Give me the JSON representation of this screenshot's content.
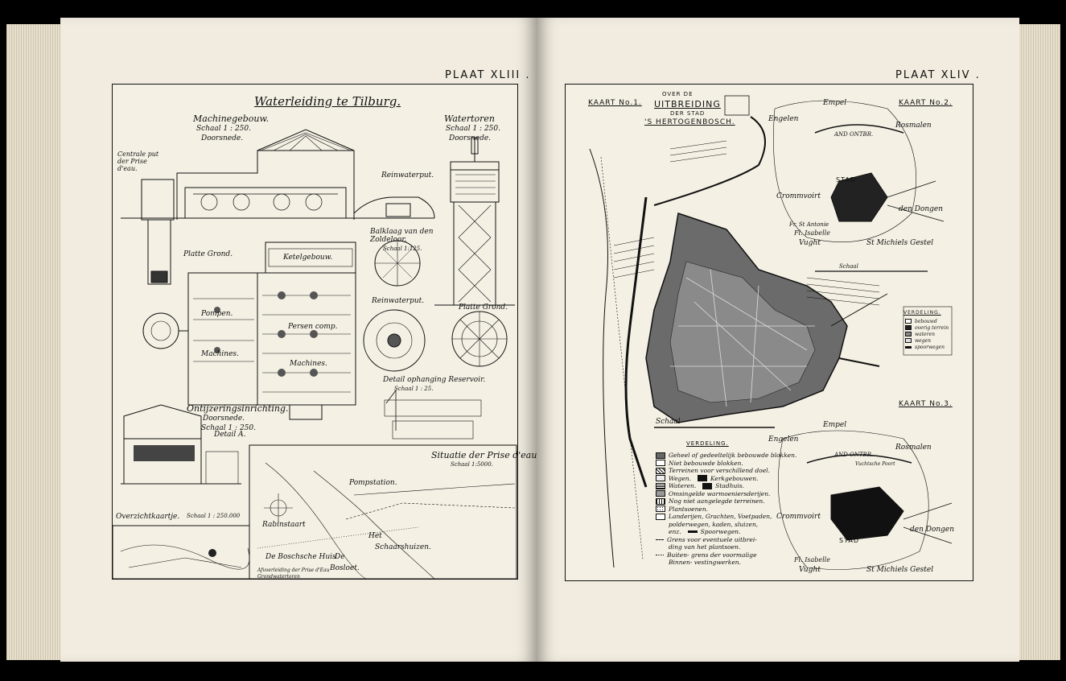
{
  "plates": {
    "left_number": "PLAAT XLIII .",
    "right_number": "PLAAT XLIV ."
  },
  "left_plate": {
    "title": "Waterleiding te Tilburg.",
    "machinegebouw": {
      "title": "Machinegebouw.",
      "scale": "Schaal 1 : 250.",
      "section": "Doorsnede."
    },
    "watertoren": {
      "title": "Watertoren",
      "scale": "Schaal 1 : 250.",
      "section": "Doorsnede."
    },
    "centrale_put": "Centrale put der Prise d'eau.",
    "reinwaterput": "Reinwaterput.",
    "balklaag": "Balklaag van den Zoldeloor.",
    "balklaag_scale": "Schaal 1:125.",
    "platte_grond": "Platte Grond.",
    "ketelgebouw": "Ketelgebouw.",
    "pompen": "Pompen.",
    "machines_left": "Machines.",
    "persen": "Persen comp.",
    "machines_right": "Machines.",
    "reinwaterput2": "Reinwaterput.",
    "platte_grond2": "Platte Grond.",
    "detail_ophanging": "Detail ophanging Reservoir.",
    "detail_scale": "Schaal 1 : 25.",
    "ontijzering": {
      "title": "Ontijzeringsinrichting.",
      "section": "Doorsnede.",
      "scale": "Schaal 1 : 250."
    },
    "detail_a": "Detail A.",
    "overzicht": {
      "title": "Overzichtkaartje.",
      "scale": "Schaal 1 : 250.000"
    },
    "situatie": {
      "title": "Situatie der Prise d'eau.",
      "scale": "Schaal 1:5000."
    },
    "pomp_station": "Pompstation.",
    "rabinstaert": "Rabinstaart",
    "het": "Het",
    "schaarshuizen": "Schaarshuizen.",
    "de_bosch_huis": "De Boschsche Huis",
    "de": "De",
    "beek": "Bosloet.",
    "legend_line1": "Afvoerleiding der Prise d'Eau",
    "legend_line2": "Grondwatertoren"
  },
  "right_plate": {
    "kaart1": {
      "label": "KAART No.1.",
      "over_de": "OVER DE",
      "title": "UITBREIDING",
      "der_stad": "DER STAD",
      "city": "'S HERTOGENBOSCH."
    },
    "kaart2": {
      "label": "KAART No.2."
    },
    "kaart3": {
      "label": "KAART No.3."
    },
    "places": {
      "empel": "Empel",
      "engelen": "Engelen",
      "rosmalen": "Rosmalen",
      "stad": "STAD",
      "crommvoirt": "Crommvoirt",
      "den_dongen": "den Dongen",
      "vught": "Vught",
      "st_michiels": "St Michiels Gestel",
      "fibulle": "Fl. Isabelle",
      "fort": "Fr. St Antonie",
      "ond_ontbr": "AND ONTBR.",
      "vuchtsche_poort": "Vuchtsche Poort",
      "schaal": "Schaal"
    },
    "verdeling_small": {
      "title": "VERDELING.",
      "items": [
        "bebouwd",
        "overig terrein",
        "wateren",
        "wegen",
        "spoorwegen"
      ]
    },
    "verdeling": {
      "title": "VERDELING.",
      "items": [
        "Geheel of gedeeltelijk bebouwde blokken.",
        "Niet bebouwde blokken.",
        "Terreinen voor verschillend doel.",
        "Wegen.",
        "Kerkgebouwen.",
        "Wateren.",
        "Stadhuis.",
        "Omsingelde warmoeniersderijen.",
        "Nog niet aangelegde terreinen.",
        "Plantsoenen.",
        "Landerijen, Grachten, Voetpaden,",
        "polderwegen, kaden, sluizen,",
        "enz.",
        "Spoorwegen.",
        "Grens voor eventuele uitbrei-",
        "ding van het plantsoen.",
        "Buiten- grens der voormalige",
        "Binnen- vestingwerken."
      ]
    }
  },
  "colors": {
    "paper": "#f1ecdf",
    "ink": "#111111",
    "background": "#000000"
  }
}
